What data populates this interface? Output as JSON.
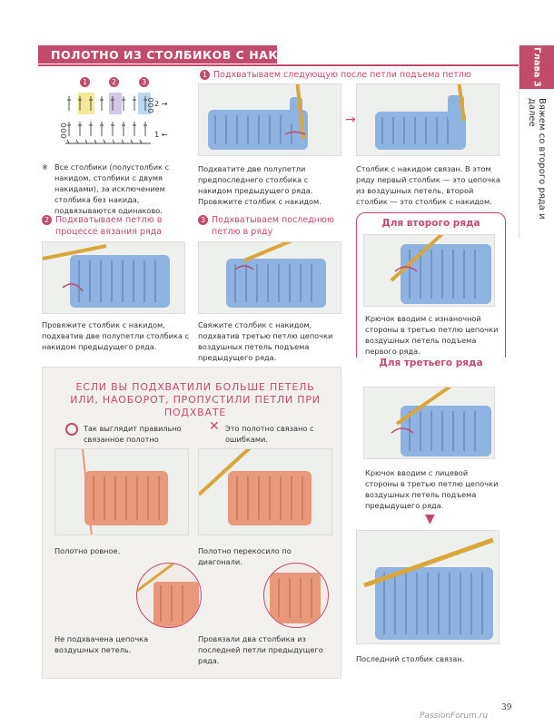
{
  "header": {
    "title": "ПОЛОТНО ИЗ СТОЛБИКОВ С НАКИДОМ",
    "chapter": "Глава 3",
    "side_text": "Вяжем со второго ряда и далее"
  },
  "diagram": {
    "numbers": [
      "1",
      "2",
      "3"
    ],
    "row_labels": [
      "2 →",
      "1 ←"
    ]
  },
  "note": {
    "symbol": "※",
    "text": "Все столбики (полустолбик с накидом, столбики с двумя накидами), за исключением столбика без накида, подвязываются одинаково."
  },
  "steps": [
    {
      "num": "1",
      "head": "Подхватываем следующую после петли подъема петлю",
      "caption_a": "Подхватите две полупетли предпоследнего столбика с накидом предыдущего ряда. Провяжите столбик с накидом.",
      "caption_b": "Столбик с накидом связан. В этом ряду первый столбик — это цепочка из воздушных петель, второй столбик — это столбик с накидом."
    },
    {
      "num": "2",
      "head": "Подхватываем петлю в процессе вязания ряда",
      "caption": "Провяжите столбик с накидом, подхватив две полупетли столбика с накидом предыдущего ряда."
    },
    {
      "num": "3",
      "head": "Подхватываем последнюю петлю в ряду",
      "caption": "Свяжите столбик с накидом, подхватив третью петлю цепочки воздушных петель подъема предыдущего ряда."
    }
  ],
  "right_col": {
    "second_row_head": "Для второго ряда",
    "second_row_caption": "Крючок вводим с изнаночной стороны в третью петлю цепочки воздушных петель подъема первого ряда.",
    "third_row_head": "Для третьего ряда",
    "third_row_caption": "Крючок вводим с лицевой стороны в третью петлю цепочки воздушных петель подъема предыдущего ряда.",
    "final_caption": "Последний столбик связан."
  },
  "mistakes": {
    "title": "ЕСЛИ ВЫ ПОДХВАТИЛИ БОЛЬШЕ ПЕТЕЛЬ ИЛИ, НАОБОРОТ, ПРОПУСТИЛИ ПЕТЛИ ПРИ ПОДХВАТЕ",
    "correct_symbol": "○",
    "correct_label": "Так выглядит правильно связанное полотно",
    "wrong_symbol": "✕",
    "wrong_label": "Это полотно связано с ошибками.",
    "correct_caption": "Полотно ровное.",
    "wrong_caption": "Полотно перекосило по диагонали.",
    "missed_caption": "Не подхвачена цепочка воздушных петель.",
    "extra_caption": "Провязали два столбика из последней петли предыдущего ряда."
  },
  "footer": {
    "page_number": "39",
    "watermark": "PassionForum.ru"
  },
  "colors": {
    "accent": "#c24a6b",
    "blue_yarn": "#8fb3e0",
    "orange_yarn": "#e8997c",
    "hook": "#d9a63a"
  }
}
